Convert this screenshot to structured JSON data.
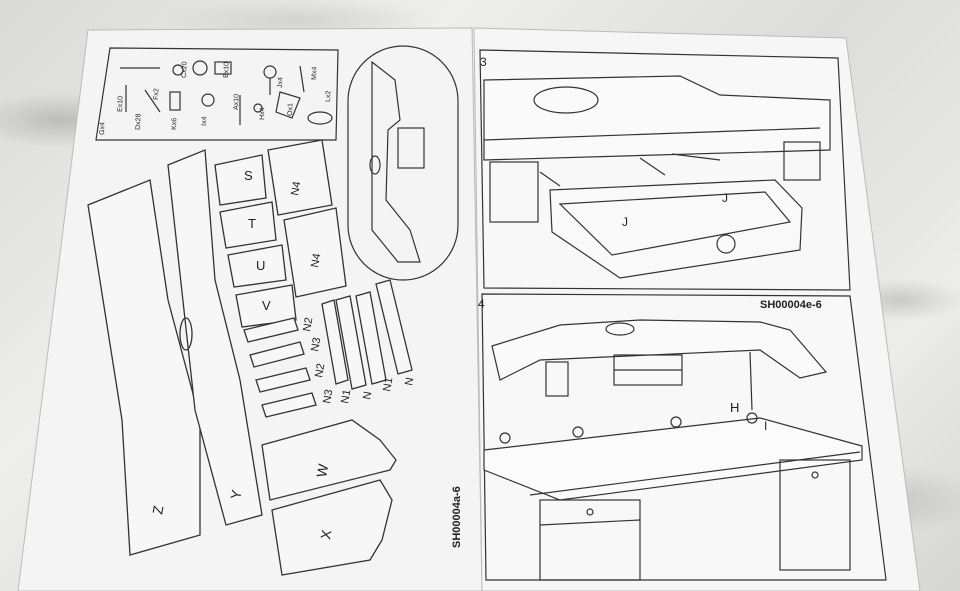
{
  "photo": {
    "left_sheet": {
      "code": "SH00004a-6",
      "hardware_labels": [
        "Gx4",
        "Ex10",
        "Dx28",
        "Fx2",
        "Kx6",
        "Ix4",
        "Cx20",
        "Bx10",
        "Ax10",
        "Jx4",
        "Mx4",
        "Hx4",
        "Lx2",
        "Ox1"
      ],
      "panel_labels": [
        "S",
        "N4",
        "T",
        "N4",
        "U",
        "V",
        "N2",
        "N3",
        "N2",
        "N3",
        "N1",
        "N",
        "N1",
        "N",
        "W",
        "X",
        "Y",
        "Z"
      ]
    },
    "right_sheet": {
      "code": "SH00004e-6",
      "step_top": "3",
      "step_bottom": "4",
      "part_labels": [
        "J",
        "J",
        "H",
        "I"
      ]
    }
  }
}
